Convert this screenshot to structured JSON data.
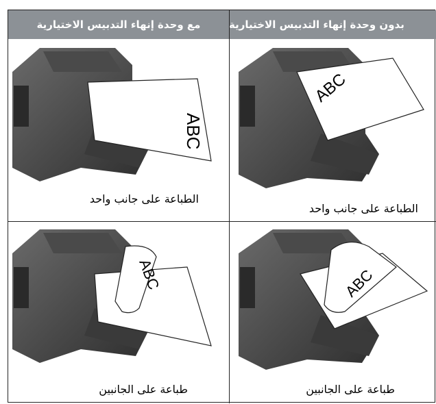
{
  "headers": {
    "with_finisher": "مع وحدة إنهاء التدبيس الاختيارية",
    "without_finisher": "بدون وحدة إنهاء التدبيس الاختيارية"
  },
  "cells": {
    "top_left_caption": "الطباعة على جانب واحد",
    "top_right_caption": "الطباعة على جانب واحد",
    "bottom_left_caption": "طباعة على الجانبين",
    "bottom_right_caption": "طباعة على الجانبين"
  },
  "paper_labels": {
    "top_left": "ABC",
    "top_right": "ABC",
    "bottom_left": "ABC",
    "bottom_right": "ABC"
  },
  "colors": {
    "header_bg": "#8c9196",
    "header_text": "#ffffff",
    "printer_dark": "#3a3a3a",
    "printer_mid": "#555555",
    "border": "#222222"
  }
}
